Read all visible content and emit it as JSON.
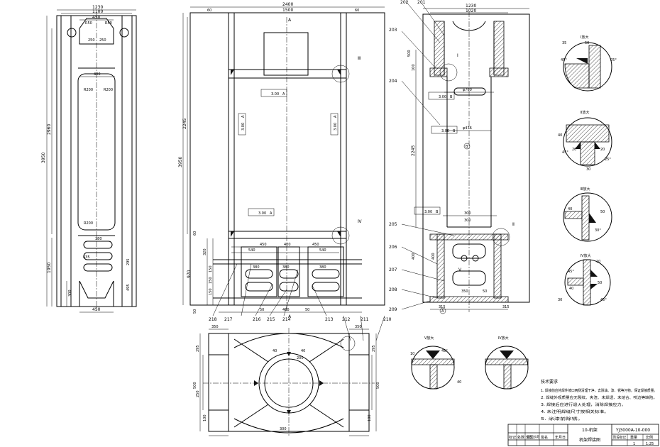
{
  "front_view": {
    "dims": [
      "1230",
      "1100",
      "450",
      "R50",
      "R50",
      "250",
      "250",
      "400",
      "3950",
      "2960",
      "R200",
      "R200",
      "R200",
      "1950",
      "380",
      "635",
      "295",
      "495",
      "300",
      "450"
    ]
  },
  "side_view": {
    "dims": [
      "2400",
      "1500",
      "60",
      "60",
      "3950",
      "2245",
      "60",
      "970",
      "320",
      "150",
      "150",
      "150",
      "450",
      "400",
      "450",
      "540",
      "540",
      "380",
      "380",
      "380",
      "50",
      "50",
      "400",
      "50"
    ],
    "sections": [
      "A",
      "A"
    ],
    "gdt": [
      "3.00",
      "A",
      "3.00",
      "A",
      "3.00",
      "A",
      "3.00",
      "A"
    ],
    "details": [
      "Ⅲ",
      "Ⅳ"
    ],
    "parts": [
      "218",
      "217",
      "216",
      "215",
      "214",
      "213",
      "212",
      "211",
      "210"
    ]
  },
  "right_view": {
    "dims": [
      "1230",
      "1020",
      "φ760",
      "φ476",
      "300",
      "100",
      "500",
      "2245",
      "300",
      "50",
      "400",
      "400",
      "315",
      "315",
      "350"
    ],
    "parts": [
      "202",
      "201",
      "203",
      "204",
      "205",
      "206",
      "207",
      "208",
      "209"
    ],
    "gdt": [
      "3.00",
      "B",
      "3.00",
      "B",
      "3.00",
      "B"
    ],
    "datums": [
      "A",
      "B"
    ],
    "details": [
      "Ⅰ",
      "Ⅱ",
      "Ⅴ"
    ]
  },
  "plan_view": {
    "dims": [
      "350",
      "350",
      "250",
      "295",
      "295",
      "100",
      "100",
      "500",
      "500",
      "300",
      "200",
      "40",
      "40"
    ]
  },
  "detail_views": [
    {
      "title": "Ⅰ放大",
      "dims": [
        "35",
        "50",
        "45°",
        "25°"
      ]
    },
    {
      "title": "Ⅱ放大",
      "dims": [
        "40",
        "20",
        "45°",
        "20",
        "30",
        "25°"
      ]
    },
    {
      "title": "Ⅲ放大",
      "dims": [
        "40",
        "50",
        "30°"
      ]
    },
    {
      "title": "Ⅳ放大",
      "dims": [
        "10",
        "50",
        "40",
        "30",
        "45°",
        "45°"
      ]
    },
    {
      "title": "Ⅴ放大",
      "dims": [
        "10",
        "40",
        "45°"
      ]
    }
  ],
  "technical_requirements": {
    "title": "技术要求",
    "items": [
      "1. 焊接前应将焊件坡口两侧清理干净，去除油、漆、锈等污物，保证焊接质量。",
      "2. 焊缝外观质量应无裂纹、夹渣、未焊透、未熔合、咬边等缺陷。",
      "3. 焊接后应进行退火处理，消除焊接应力。",
      "4. 未注明焊缝尺寸按相关标准。",
      "5. 涂漆前除锈。"
    ]
  },
  "title_block": {
    "name": "10-机架",
    "subtitle": "机架焊接图",
    "code": "YJ3000A-10-000",
    "scale": "1:25",
    "sheet": "1",
    "headers": [
      "标记",
      "处数",
      "分区",
      "更改文件号",
      "签名",
      "年月日"
    ],
    "stage_labels": [
      "阶段标记",
      "重量",
      "比例"
    ]
  }
}
